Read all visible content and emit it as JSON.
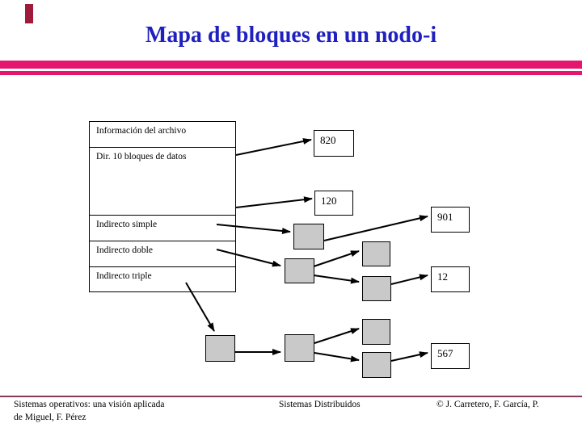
{
  "title": "Mapa de bloques en un nodo-i",
  "colors": {
    "title_text": "#2020c0",
    "accent_pink": "#e4166e",
    "top_marker": "#9e1b3c",
    "footer_rule": "#843a5e",
    "indirect_block_fill": "#c9c9c9"
  },
  "inode_table": {
    "rows": [
      {
        "label": "Información del archivo"
      },
      {
        "label": "Dir. 10 bloques de datos"
      },
      {
        "label": "Indirecto simple"
      },
      {
        "label": "Indirecto doble"
      },
      {
        "label": "Indirecto triple"
      }
    ]
  },
  "data_blocks": [
    {
      "number": "820"
    },
    {
      "number": "120"
    },
    {
      "number": "901"
    },
    {
      "number": "12"
    },
    {
      "number": "567"
    }
  ],
  "footer": {
    "book_line1": "Sistemas operativos: una visión aplicada",
    "book_line2": "de Miguel, F. Pérez",
    "center": "Sistemas Distribuidos",
    "copyright": "© J. Carretero, F. García, P."
  }
}
